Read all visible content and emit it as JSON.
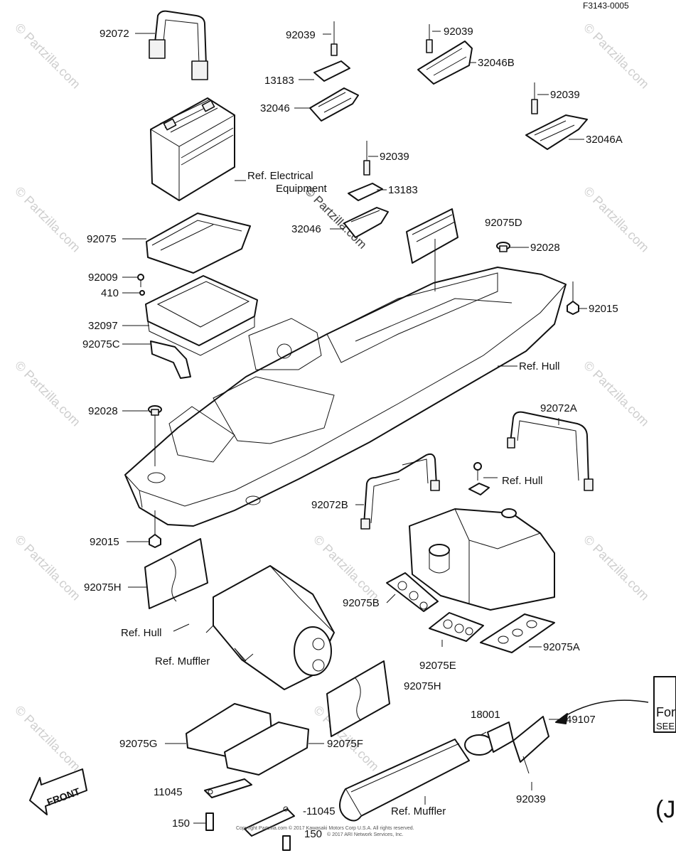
{
  "diagram_code": "F3143-0005",
  "watermark": "© Partzilla.com",
  "labels": {
    "p92072": "92072",
    "p92039_a": "92039",
    "p13183_a": "13183",
    "p32046_a": "32046",
    "p92039_b": "92039",
    "p32046B": "32046B",
    "p92039_c": "92039",
    "p32046A": "32046A",
    "p92039_d": "92039",
    "p13183_b": "13183",
    "p32046_b": "32046",
    "ref_electrical_1": "Ref. Electrical",
    "ref_electrical_2": "Equipment",
    "p92075": "92075",
    "p92075D": "92075D",
    "p92028_a": "92028",
    "p92009": "92009",
    "p410": "410",
    "p32097": "32097",
    "p92075C": "92075C",
    "p92015_a": "92015",
    "ref_hull_a": "Ref. Hull",
    "p92028_b": "92028",
    "p92072A": "92072A",
    "ref_hull_b": "Ref. Hull",
    "p92072B": "92072B",
    "p92015_b": "92015",
    "p92075H_a": "92075H",
    "p92075B": "92075B",
    "ref_hull_c": "Ref. Hull",
    "ref_muffler_a": "Ref. Muffler",
    "p92075E": "92075E",
    "p92075A": "92075A",
    "p92075H_b": "92075H",
    "p18001": "18001",
    "p92075G": "92075G",
    "p92075F": "92075F",
    "p49107": "49107",
    "p11045_a": "11045",
    "p92039_e": "92039",
    "ref_muffler_b": "Ref. Muffler",
    "p150_a": "150",
    "p11045_b": "-11045",
    "p150_b": "150",
    "front": "FRONT",
    "callout_1": "For",
    "callout_2": "SEE",
    "paren": "(J"
  },
  "copyright_line_1": "Copyright Partzilla.com © 2017 Kawasaki Motors Corp U.S.A. All rights reserved.",
  "copyright_line_2": "© 2017 ARI Network Services, Inc."
}
